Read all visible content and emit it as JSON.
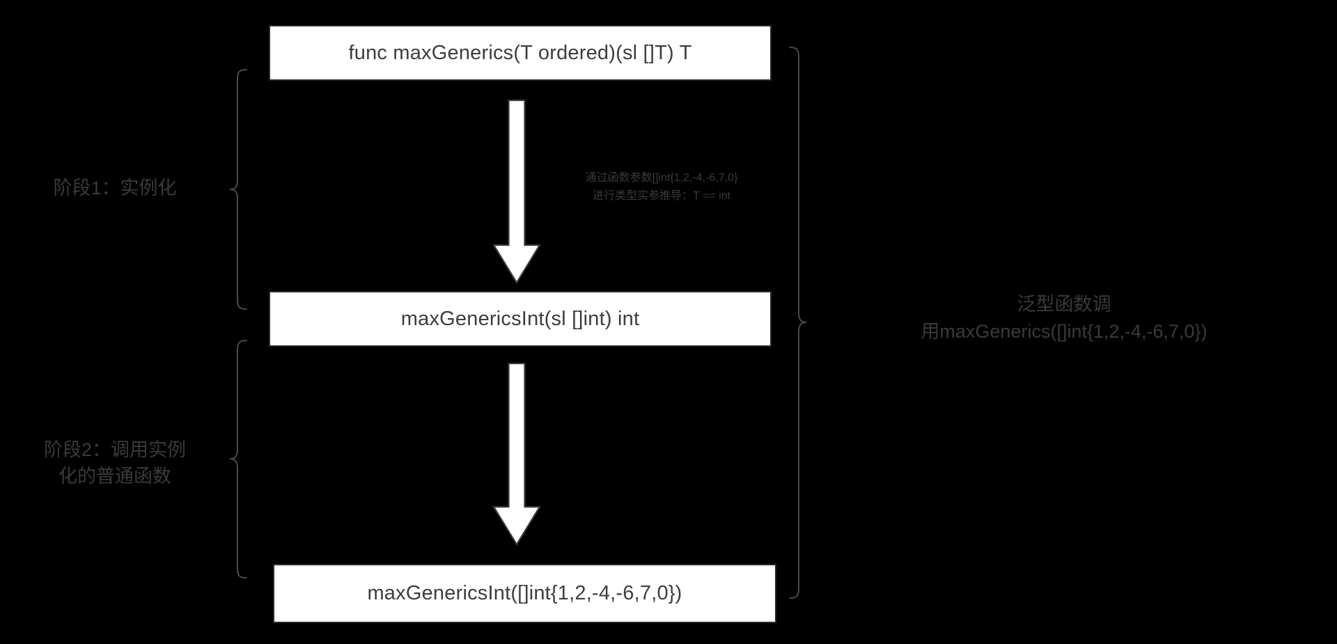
{
  "diagram": {
    "background_color": "#000000",
    "box_fill_color": "#ffffff",
    "box_border_color": "#2b2b2b",
    "box_text_color": "#3d3d3d",
    "muted_text_color": "#3a3a3a",
    "arrow_fill_color": "#ffffff",
    "arrow_border_color": "#3a3a3a",
    "brace_color": "#4a4a4a"
  },
  "boxes": {
    "signature": "func maxGenerics(T ordered)(sl []T) T",
    "instantiated": "maxGenericsInt(sl []int) int",
    "call": "maxGenericsInt([]int{1,2,-4,-6,7,0})"
  },
  "arrows": {
    "instantiate_annotation": "通过函数参数[]int{1,2,-4,-6,7,0}\n进行类型实参推导：T == int",
    "invoke_annotation": ""
  },
  "stages": {
    "stage1": "阶段1：实例化",
    "stage2": "阶段2：调用实例\n化的普通函数"
  },
  "overall": {
    "label": "泛型函数调\n用maxGenerics([]int{1,2,-4,-6,7,0})"
  }
}
